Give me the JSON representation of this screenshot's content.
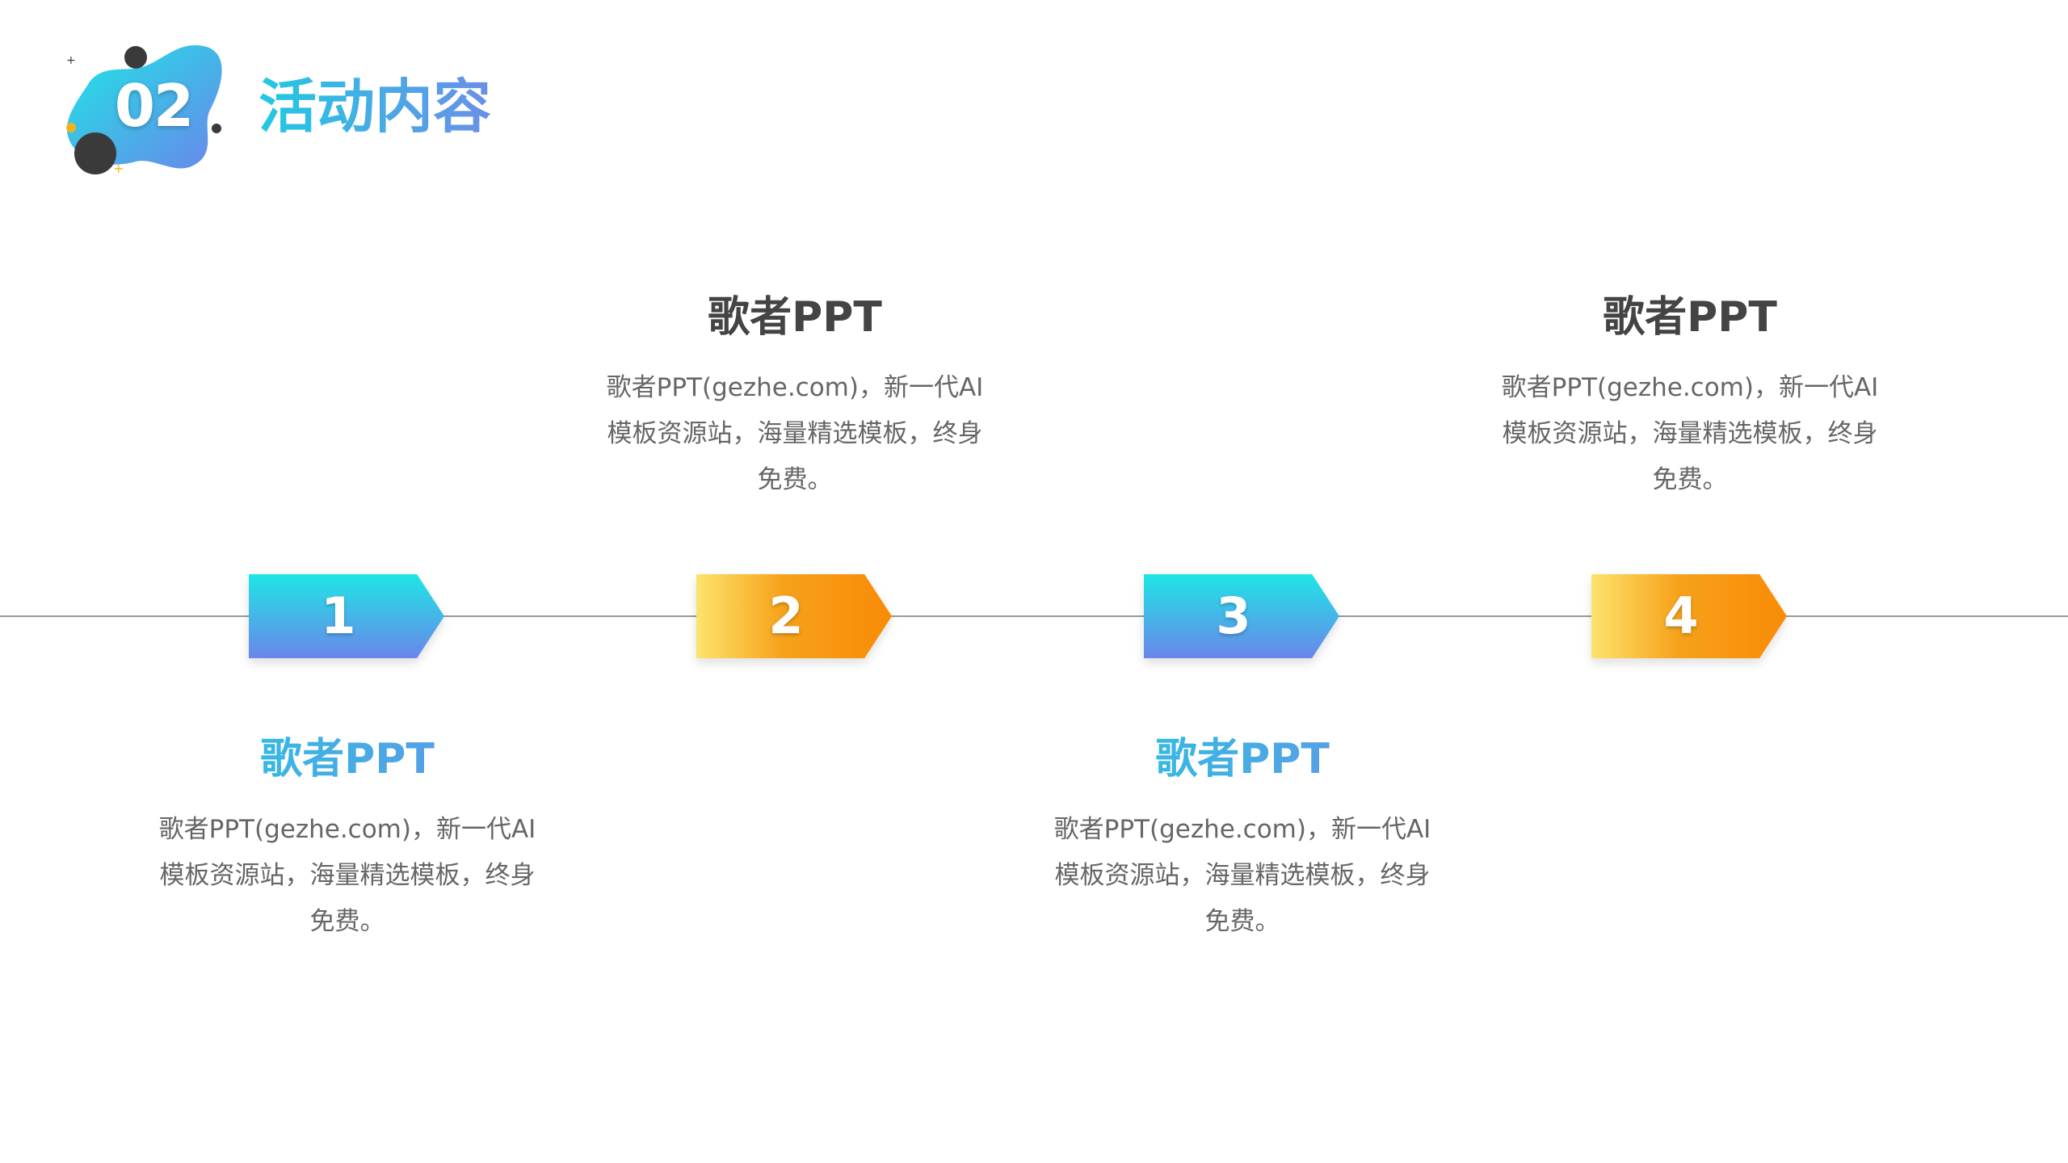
{
  "header": {
    "number": "02",
    "title": "活动内容"
  },
  "colors": {
    "blue_start": "#1ee6e6",
    "blue_end": "#6a86ea",
    "orange_start": "#fde36b",
    "orange_end": "#f98b06",
    "title_dark": "#444444",
    "body_text": "#666666",
    "timeline": "#9a9a9a"
  },
  "steps": [
    {
      "number": "1",
      "color": "blue"
    },
    {
      "number": "2",
      "color": "orange"
    },
    {
      "number": "3",
      "color": "blue"
    },
    {
      "number": "4",
      "color": "orange"
    }
  ],
  "cards": [
    {
      "title": "歌者PPT",
      "body": "歌者PPT(gezhe.com)，新一代AI模板资源站，海量精选模板，终身免费。"
    },
    {
      "title": "歌者PPT",
      "body": "歌者PPT(gezhe.com)，新一代AI模板资源站，海量精选模板，终身免费。"
    },
    {
      "title": "歌者PPT",
      "body": "歌者PPT(gezhe.com)，新一代AI模板资源站，海量精选模板，终身免费。"
    },
    {
      "title": "歌者PPT",
      "body": "歌者PPT(gezhe.com)，新一代AI模板资源站，海量精选模板，终身免费。"
    }
  ]
}
